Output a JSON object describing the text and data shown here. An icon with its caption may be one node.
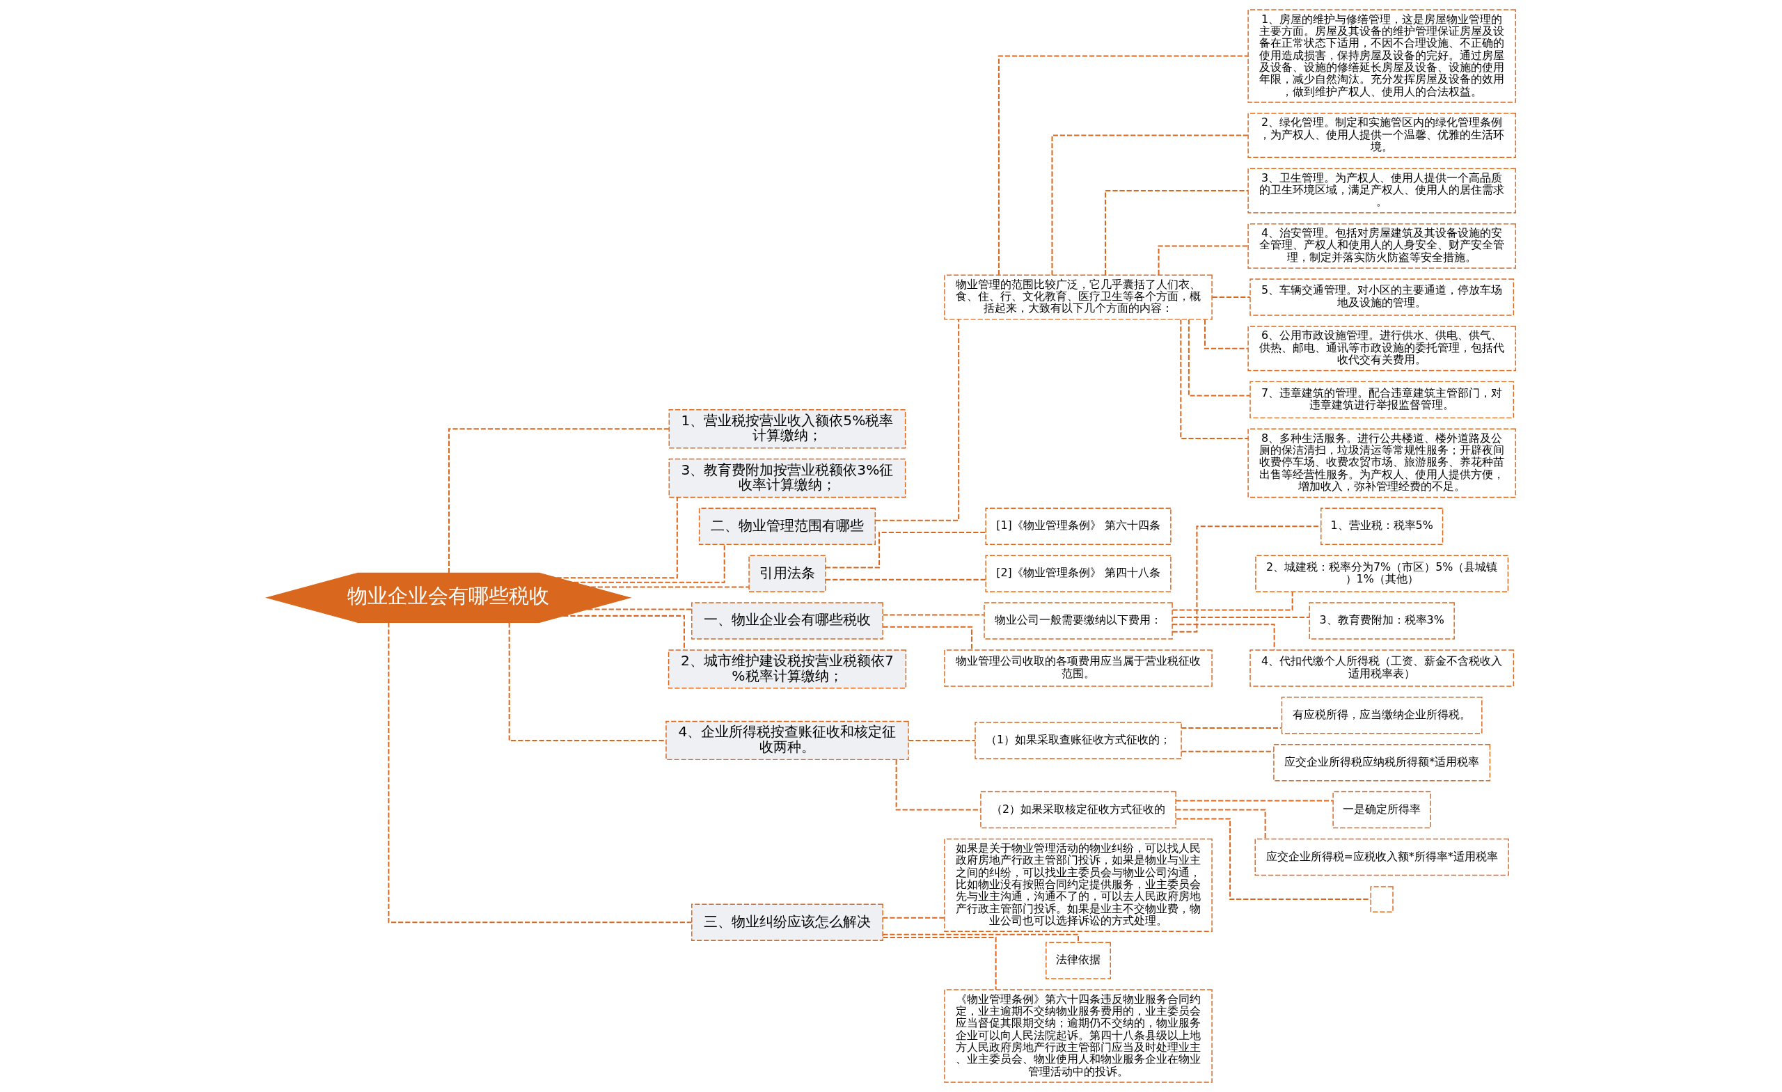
{
  "diagram": {
    "nodes": [
      {
        "text": [
          "物业企业会有哪些税收"
        ]
      },
      {
        "text": [
          "1、营业税按营业收入额依5%税率计算缴纳；"
        ]
      },
      {
        "text": [
          "3、教育费附加按营业税额依3%征收率计算缴纳；"
        ]
      },
      {
        "text": [
          "二、物业管理范围有哪些"
        ]
      },
      {
        "text": [
          "物业管理的范围比较广泛，它几乎囊括了人们衣、食、住、行、文化教育、医疗卫生等各个方面，概括起来，大致有以下几个方面的内容："
        ]
      },
      {
        "text": [
          "1、房屋的维护与修缮管理，这是房屋物业管理的主要方面。房屋及其设备的维护管理保证房屋及设备在正常状态下适用，不因不合理设施、不正确的使用造成损害，保持房屋及设备的完好。通过房屋及设备、设施的修缮延长房屋及设备、设施的使用年限，减少自然淘汰。充分发挥房屋及设备的效用，做到维护产权人、使用人的合法权益。"
        ]
      },
      {
        "text": [
          "2、绿化管理。制定和实施管区内的绿化管理条例，为产权人、使用人提供一个温馨、优雅的生活环境。"
        ]
      },
      {
        "text": [
          "3、卫生管理。为产权人、使用人提供一个高品质的卫生环境区域，满足产权人、使用人的居住需求。"
        ]
      },
      {
        "text": [
          "4、治安管理。包括对房屋建筑及其设备设施的安全管理、产权人和使用人的人身安全、财产安全管理，制定并落实防火防盗等安全措施。"
        ]
      },
      {
        "text": [
          "5、车辆交通管理。对小区的主要通道，停放车场地及设施的管理。"
        ]
      },
      {
        "text": [
          "6、公用市政设施管理。进行供水、供电、供气、供热、邮电、通讯等市政设施的委托管理，包括代收代交有关费用。"
        ]
      },
      {
        "text": [
          "7、违章建筑的管理。配合违章建筑主管部门，对违章建筑进行举报监督管理。"
        ]
      },
      {
        "text": [
          "8、多种生活服务。进行公共楼道、楼外道路及公厕的保洁清扫，垃圾清运等常规性服务；开辟夜间收费停车场、收费农贸市场、旅游服务、养花种苗出售等经营性服务。为产权人、使用人提供方便，增加收入，弥补管理经费的不足。"
        ]
      },
      {
        "text": [
          "引用法条"
        ]
      },
      {
        "text": [
          "[1]《物业管理条例》 第六十四条"
        ]
      },
      {
        "text": [
          "[2]《物业管理条例》 第四十八条"
        ]
      },
      {
        "text": [
          "一、物业企业会有哪些税收"
        ]
      },
      {
        "text": [
          "物业公司一般需要缴纳以下费用："
        ]
      },
      {
        "text": [
          "1、营业税：税率5%"
        ]
      },
      {
        "text": [
          "2、城建税：税率分为7%（市区）5%（县城镇）1%（其他）"
        ]
      },
      {
        "text": [
          "3、教育费附加：税率3%"
        ]
      },
      {
        "text": [
          "4、代扣代缴个人所得税（工资、薪金不含税收入适用税率表）"
        ]
      },
      {
        "text": [
          "物业管理公司收取的各项费用应当属于营业税征收范围。"
        ]
      },
      {
        "text": [
          "2、城市维护建设税按营业税额依7%税率计算缴纳；"
        ]
      },
      {
        "text": [
          "4、企业所得税按查账征收和核定征收两种。"
        ]
      },
      {
        "text": [
          "（1）如果采取查账征收方式征收的；"
        ]
      },
      {
        "text": [
          "有应税所得，应当缴纳企业所得税。"
        ]
      },
      {
        "text": [
          "应交企业所得税应纳税所得额*适用税率"
        ]
      },
      {
        "text": [
          "（2）如果采取核定征收方式征收的"
        ]
      },
      {
        "text": [
          "一是确定所得率"
        ]
      },
      {
        "text": [
          "应交企业所得税=应税收入额*所得率*适用税率"
        ]
      },
      {
        "text": [],
        "shape": "box"
      },
      {
        "text": [
          "三、物业纠纷应该怎么解决"
        ]
      },
      {
        "text": [
          "如果是关于物业管理活动的物业纠纷，可以找人民政府房地产行政主管部门投诉，如果是物业与业主之间的纠纷，可以找业主委员会与物业公司沟通，比如物业没有按照合同约定提供服务，业主委员会先与业主沟通，沟通不了的，可以去人民政府房地产行政主管部门投诉。如果是业主不交物业费，物业公司也可以选择诉讼的方式处理。"
        ]
      },
      {
        "text": [
          "法律依据"
        ]
      },
      {
        "text": [
          "《物业管理条例》第六十四条违反物业服务合同约定，业主逾期不交纳物业服务费用的，业主委员会应当督促其限期交纳；逾期仍不交纳的，物业服务企业可以向人民法院起诉。第四十八条县级以上地方人民政府房地产行政主管部门应当及时处理业主、业主委员会、物业使用人和物业服务企业在物业管理活动中的投诉。"
        ]
      }
    ],
    "edges": [
      {
        "from": 0,
        "to": 1,
        "arrow": "none",
        "style": "dashed"
      },
      {
        "from": 0,
        "to": 2,
        "arrow": "none",
        "style": "dashed"
      },
      {
        "from": 0,
        "to": 3,
        "arrow": "none",
        "style": "dashed"
      },
      {
        "from": 3,
        "to": 4,
        "arrow": "none",
        "style": "dashed"
      },
      {
        "from": 4,
        "to": 5,
        "arrow": "none",
        "style": "dashed"
      },
      {
        "from": 4,
        "to": 6,
        "arrow": "none",
        "style": "dashed"
      },
      {
        "from": 4,
        "to": 7,
        "arrow": "none",
        "style": "dashed"
      },
      {
        "from": 4,
        "to": 8,
        "arrow": "none",
        "style": "dashed"
      },
      {
        "from": 4,
        "to": 9,
        "arrow": "none",
        "style": "dashed"
      },
      {
        "from": 4,
        "to": 10,
        "arrow": "none",
        "style": "dashed"
      },
      {
        "from": 4,
        "to": 11,
        "arrow": "none",
        "style": "dashed"
      },
      {
        "from": 4,
        "to": 12,
        "arrow": "none",
        "style": "dashed"
      },
      {
        "from": 0,
        "to": 13,
        "arrow": "none",
        "style": "dashed"
      },
      {
        "from": 13,
        "to": 14,
        "arrow": "none",
        "style": "dashed"
      },
      {
        "from": 13,
        "to": 15,
        "arrow": "none",
        "style": "dashed"
      },
      {
        "from": 0,
        "to": 16,
        "arrow": "none",
        "style": "dashed"
      },
      {
        "from": 16,
        "to": 17,
        "arrow": "none",
        "style": "dashed"
      },
      {
        "from": 17,
        "to": 18,
        "arrow": "none",
        "style": "dashed"
      },
      {
        "from": 17,
        "to": 19,
        "arrow": "none",
        "style": "dashed"
      },
      {
        "from": 17,
        "to": 20,
        "arrow": "none",
        "style": "dashed"
      },
      {
        "from": 17,
        "to": 21,
        "arrow": "none",
        "style": "dashed"
      },
      {
        "from": 16,
        "to": 22,
        "arrow": "none",
        "style": "dashed"
      },
      {
        "from": 0,
        "to": 23,
        "arrow": "none",
        "style": "dashed"
      },
      {
        "from": 0,
        "to": 24,
        "arrow": "none",
        "style": "dashed"
      },
      {
        "from": 24,
        "to": 25,
        "arrow": "none",
        "style": "dashed"
      },
      {
        "from": 25,
        "to": 26,
        "arrow": "none",
        "style": "dashed"
      },
      {
        "from": 25,
        "to": 27,
        "arrow": "none",
        "style": "dashed"
      },
      {
        "from": 24,
        "to": 28,
        "arrow": "none",
        "style": "dashed"
      },
      {
        "from": 28,
        "to": 29,
        "arrow": "none",
        "style": "dashed"
      },
      {
        "from": 28,
        "to": 30,
        "arrow": "none",
        "style": "dashed"
      },
      {
        "from": 28,
        "to": 31,
        "arrow": "none",
        "style": "dashed"
      },
      {
        "from": 0,
        "to": 32,
        "arrow": "none",
        "style": "dashed"
      },
      {
        "from": 32,
        "to": 33,
        "arrow": "none",
        "style": "dashed"
      },
      {
        "from": 32,
        "to": 34,
        "arrow": "none",
        "style": "dashed"
      },
      {
        "from": 32,
        "to": 35,
        "arrow": "none",
        "style": "dashed"
      }
    ]
  }
}
